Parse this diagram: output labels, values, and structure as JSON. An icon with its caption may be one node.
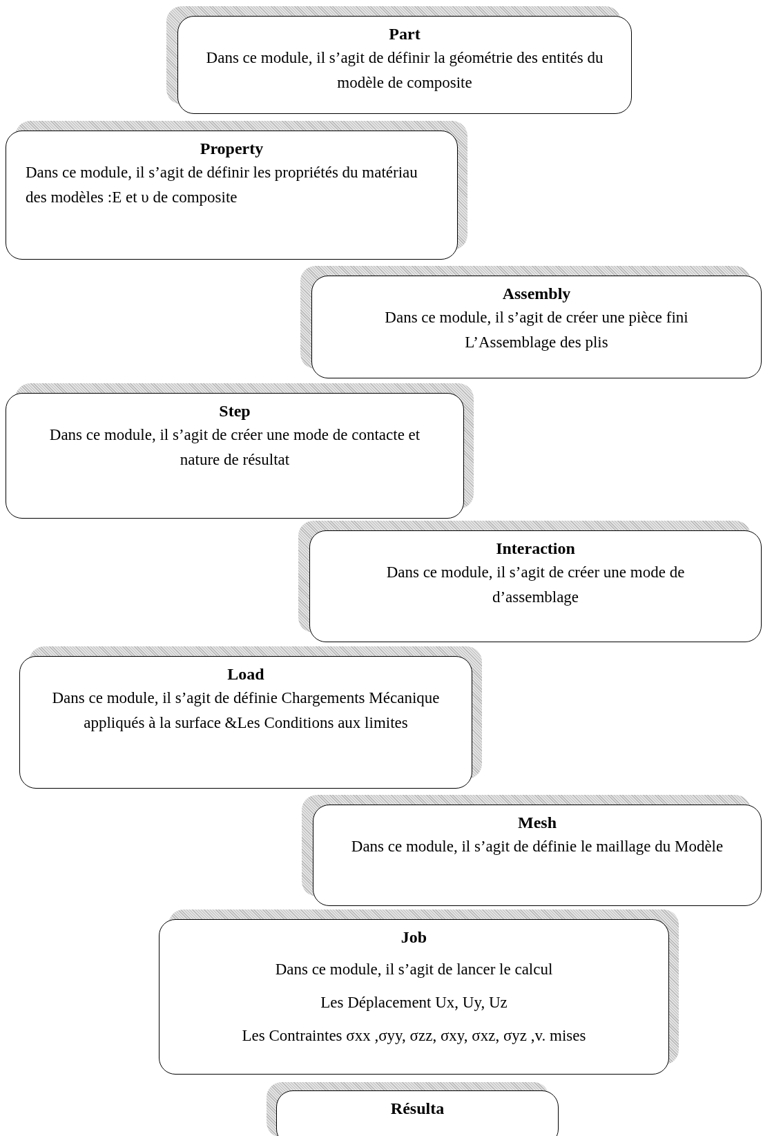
{
  "diagram": {
    "nodes": [
      {
        "text": [
          "Part",
          "Dans ce module, il s’agit de définir la géométrie des entités du modèle de composite"
        ]
      },
      {
        "text": [
          "Property",
          "Dans ce module, il s’agit de définir les propriétés du matériau des modèles :E et υ de composite"
        ]
      },
      {
        "text": [
          "Assembly",
          "Dans ce module, il s’agit de créer une pièce fini L’Assemblage des plis"
        ]
      },
      {
        "text": [
          "Step",
          "Dans ce module, il s’agit de créer une mode de contacte et nature de résultat"
        ]
      },
      {
        "text": [
          "Interaction",
          "Dans ce module, il s’agit de créer une mode de d’assemblage"
        ]
      },
      {
        "text": [
          "Load",
          "Dans ce module, il s’agit de définie Chargements Mécanique appliqués à la surface &Les Conditions aux limites"
        ]
      },
      {
        "text": [
          "Mesh",
          "Dans ce module, il s’agit de définie le maillage du Modèle"
        ]
      },
      {
        "text": [
          "Job",
          "Dans ce module, il s’agit de lancer le calcul",
          "Les Déplacement Ux, Uy, Uz",
          "Les Contraintes σxx ,σyy, σzz, σxy, σxz, σyz ,v. mises"
        ]
      },
      {
        "text": [
          "Résulta"
        ]
      }
    ]
  }
}
